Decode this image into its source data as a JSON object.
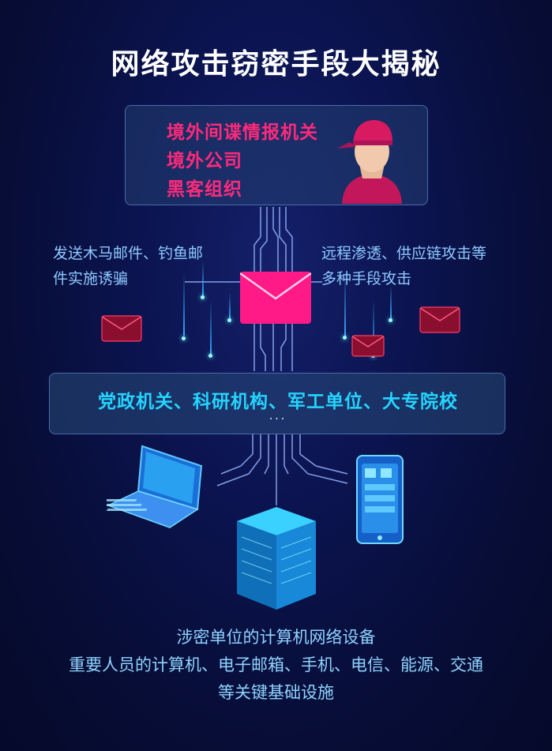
{
  "title": "网络攻击窃密手段大揭秘",
  "attackers": {
    "lines": [
      "境外间谍情报机关",
      "境外公司",
      "黑客组织"
    ],
    "icon": "hacker-avatar-icon"
  },
  "methods": {
    "left_lines": [
      "发送木马邮件、钓鱼邮",
      "件实施诱骗"
    ],
    "right_lines": [
      "远程渗透、供应链攻击等",
      "多种手段攻击"
    ],
    "icon": "envelope-icon"
  },
  "targets": {
    "label": "党政机关、科研机构、军工单位、大专院校",
    "ellipsis": "···"
  },
  "devices": {
    "icons": [
      "laptop-icon",
      "server-icon",
      "phone-icon"
    ]
  },
  "bottom": {
    "lines": [
      "涉密单位的计算机网络设备",
      "重要人员的计算机、电子邮箱、手机、电信、能源、交通",
      "等关键基础设施"
    ]
  },
  "colors": {
    "title": "#ffffff",
    "attacker_text": "#ff2a7a",
    "target_text": "#24d4ff",
    "info_text": "#8ec9ff",
    "envelope": "#ff1a88"
  }
}
